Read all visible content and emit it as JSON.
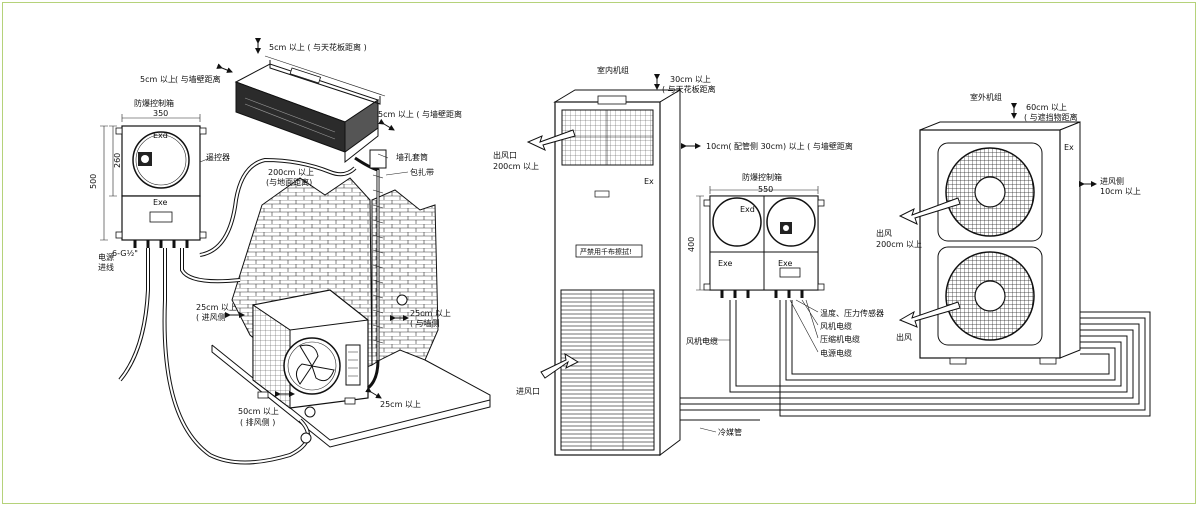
{
  "colors": {
    "frame": "#b5d27a",
    "ink": "#111111",
    "unit_dark": "#2a2a2a",
    "bg": "#ffffff"
  },
  "split_system": {
    "explosion_proof_box_title": "防爆控制箱",
    "dim_width": "350",
    "dim_height_total": "500",
    "dim_height_upper": "260",
    "box_label_exd": "Exd",
    "box_label_exe": "Exe",
    "remote_label": "遥控器",
    "power_label_line1": "电源",
    "power_label_line2": "进线",
    "gland_label": "6-G½\"",
    "ceiling_clearance": "5cm 以上 ( 与天花板距离 )",
    "left_wall_clearance_line1": "5cm 以上",
    "left_wall_clearance_line2": "( 与墙壁距离",
    "right_wall_clearance": "5cm 以上 ( 与墙壁距离",
    "wall_sleeve": "墙孔套筒",
    "wrap_tape": "包扎带",
    "ground_clearance_line1": "200cm 以上",
    "ground_clearance_line2": "(与地面距离)",
    "intake_side_line1": "25cm 以上",
    "intake_side_line2": "( 进风侧",
    "wall_side_line1": "25cm 以上",
    "wall_side_line2": "( 与墙侧",
    "exhaust_side_line1": "50cm 以上",
    "exhaust_side_line2": "( 排风侧 )",
    "bottom_clearance": "25cm 以上"
  },
  "cabinet_system": {
    "indoor_unit_title": "室内机组",
    "ceiling_clearance_line1": "30cm 以上",
    "ceiling_clearance_line2": "( 与天花板距离",
    "outlet_line1": "出风口",
    "outlet_line2": "200cm 以上",
    "wall_clearance": "10cm( 配管侧 30cm) 以上 ( 与墙壁距离",
    "ex_label": "Ex",
    "warning_label": "严禁用千布擦拭!",
    "inlet_label": "进风口",
    "box_title": "防爆控制箱",
    "box_width": "550",
    "box_height": "400",
    "box_label_exd": "Exd",
    "box_label_exe": "Exe",
    "sensor_label": "温度、压力传感器",
    "fan_cable": "风机电缆",
    "compressor_cable": "压缩机电缆",
    "power_cable": "电源电缆",
    "indoor_fan_cable": "风机电缆",
    "refrigerant_pipe": "冷媒管",
    "outdoor_unit_title": "室外机组",
    "outdoor_top_line1": "60cm 以上",
    "outdoor_top_line2": "( 与遮挡物距离",
    "outdoor_ex_label": "Ex",
    "intake_line1": "进风侧",
    "intake_line2": "10cm 以上",
    "outlet_side_line1": "出风",
    "outlet_side_line2": "200cm 以上",
    "outlet_side_lower": "出风"
  }
}
